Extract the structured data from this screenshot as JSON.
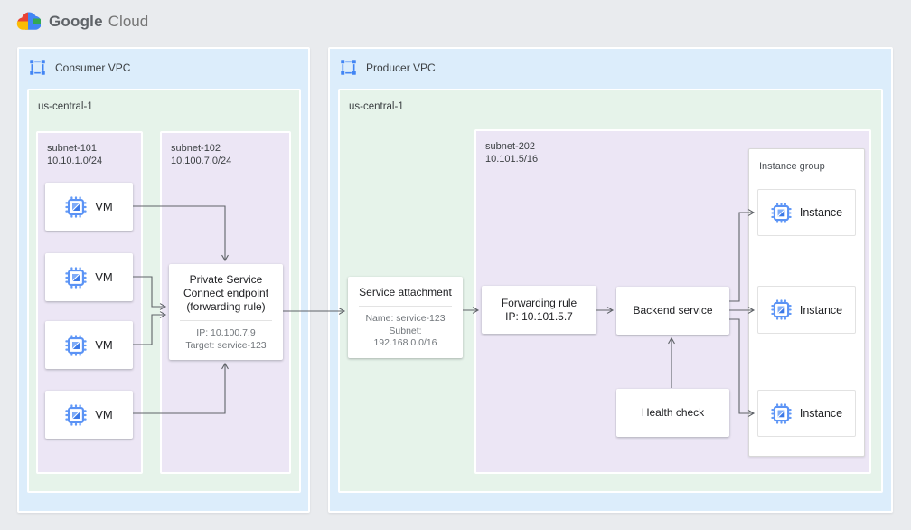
{
  "brand": {
    "google": "Google",
    "cloud": "Cloud"
  },
  "icons": {
    "logo": "google-cloud-logo",
    "vpc": "vpc-network-icon",
    "vm": "compute-chip-icon",
    "instance": "compute-chip-icon"
  },
  "colors": {
    "page_bg": "#e9ebee",
    "vpc_bg": "#dcedfb",
    "region_bg": "#e6f3ea",
    "subnet_bg": "#ece6f5",
    "node_bg": "#ffffff",
    "accent_blue": "#4285f4",
    "arrow": "#5f6368",
    "logo_red": "#ea4335",
    "logo_blue": "#4285f4",
    "logo_yellow": "#fbbc05",
    "logo_green": "#34a853"
  },
  "consumer_vpc": {
    "label": "Consumer VPC",
    "region": {
      "label": "us-central-1",
      "subnet_101": {
        "name": "subnet-101",
        "cidr": "10.10.1.0/24",
        "vms": [
          "VM",
          "VM",
          "VM",
          "VM"
        ]
      },
      "subnet_102": {
        "name": "subnet-102",
        "cidr": "10.100.7.0/24",
        "psc_endpoint": {
          "title": "Private Service Connect endpoint (forwarding rule)",
          "details": [
            "IP: 10.100.7.9",
            "Target: service-123"
          ]
        }
      }
    }
  },
  "producer_vpc": {
    "label": "Producer VPC",
    "region": {
      "label": "us-central-1",
      "service_attachment": {
        "title": "Service attachment",
        "details": [
          "Name: service-123",
          "Subnet:",
          "192.168.0.0/16"
        ]
      },
      "subnet_202": {
        "name": "subnet-202",
        "cidr": "10.101.5/16",
        "forwarding_rule": {
          "lines": [
            "Forwarding rule",
            "IP: 10.101.5.7"
          ]
        },
        "backend_service": {
          "label": "Backend service"
        },
        "health_check": {
          "label": "Health check"
        },
        "instance_group": {
          "label": "Instance group",
          "instances": [
            "Instance",
            "Instance",
            "Instance"
          ]
        }
      }
    }
  }
}
